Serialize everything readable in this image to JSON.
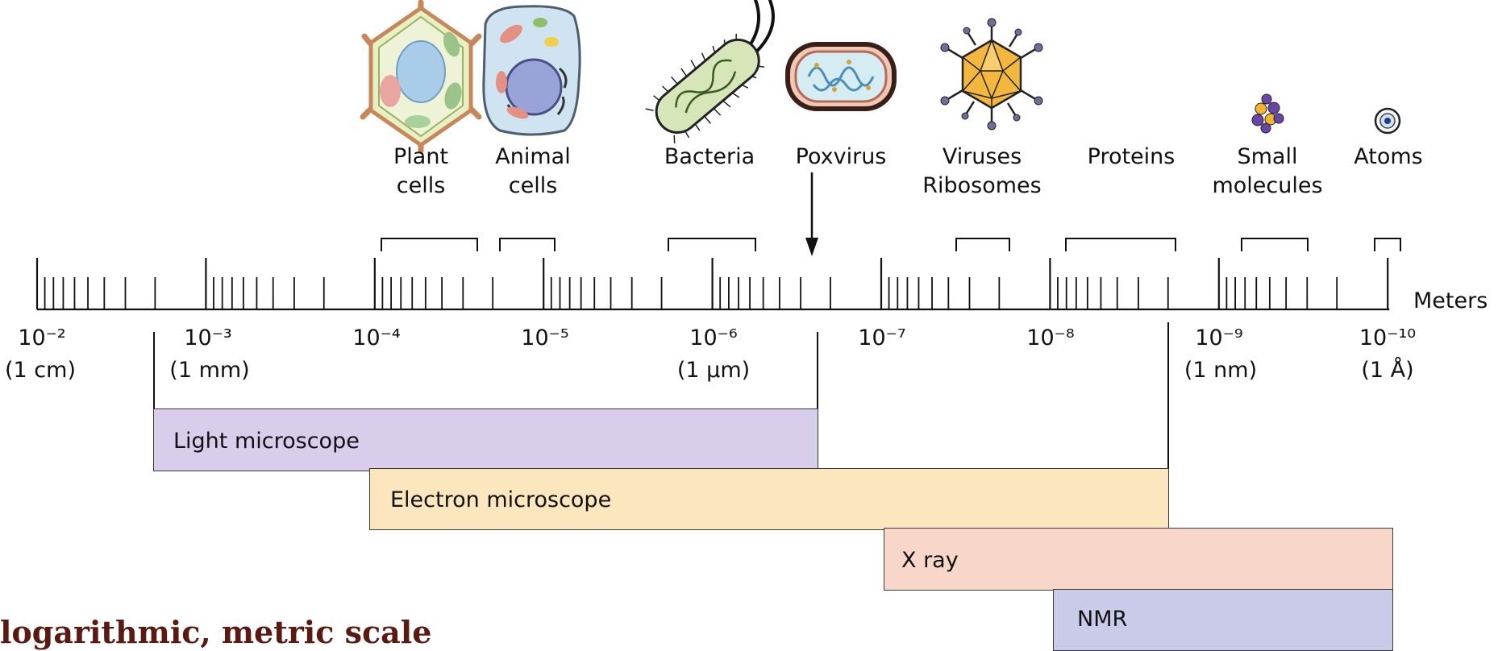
{
  "scale": {
    "units_label": "Meters",
    "major_ticks": [
      {
        "exp": "10⁻²",
        "equiv": "(1 cm)"
      },
      {
        "exp": "10⁻³",
        "equiv": "(1 mm)"
      },
      {
        "exp": "10⁻⁴",
        "equiv": ""
      },
      {
        "exp": "10⁻⁵",
        "equiv": ""
      },
      {
        "exp": "10⁻⁶",
        "equiv": "(1 μm)"
      },
      {
        "exp": "10⁻⁷",
        "equiv": ""
      },
      {
        "exp": "10⁻⁸",
        "equiv": ""
      },
      {
        "exp": "10⁻⁹",
        "equiv": "(1 nm)"
      },
      {
        "exp": "10⁻¹⁰",
        "equiv": "(1 Å)"
      }
    ]
  },
  "organisms": [
    {
      "name": "Plant\ncells",
      "icon": "plant-cell-icon"
    },
    {
      "name": "Animal\ncells",
      "icon": "animal-cell-icon"
    },
    {
      "name": "Bacteria",
      "icon": "bacterium-icon"
    },
    {
      "name": "Poxvirus",
      "icon": "poxvirus-icon"
    },
    {
      "name": "Viruses\nRibosomes",
      "icon": "virus-icon"
    },
    {
      "name": "Proteins",
      "icon": ""
    },
    {
      "name": "Small\nmolecules",
      "icon": "molecule-icon"
    },
    {
      "name": "Atoms",
      "icon": "atom-icon"
    }
  ],
  "instruments": [
    {
      "name": "Light microscope",
      "color": "#d8cdea"
    },
    {
      "name": "Electron microscope",
      "color": "#fbe6bd"
    },
    {
      "name": "X ray",
      "color": "#f8d6c9"
    },
    {
      "name": "NMR",
      "color": "#c9cbe9"
    }
  ],
  "caption": "logarithmic, metric scale"
}
